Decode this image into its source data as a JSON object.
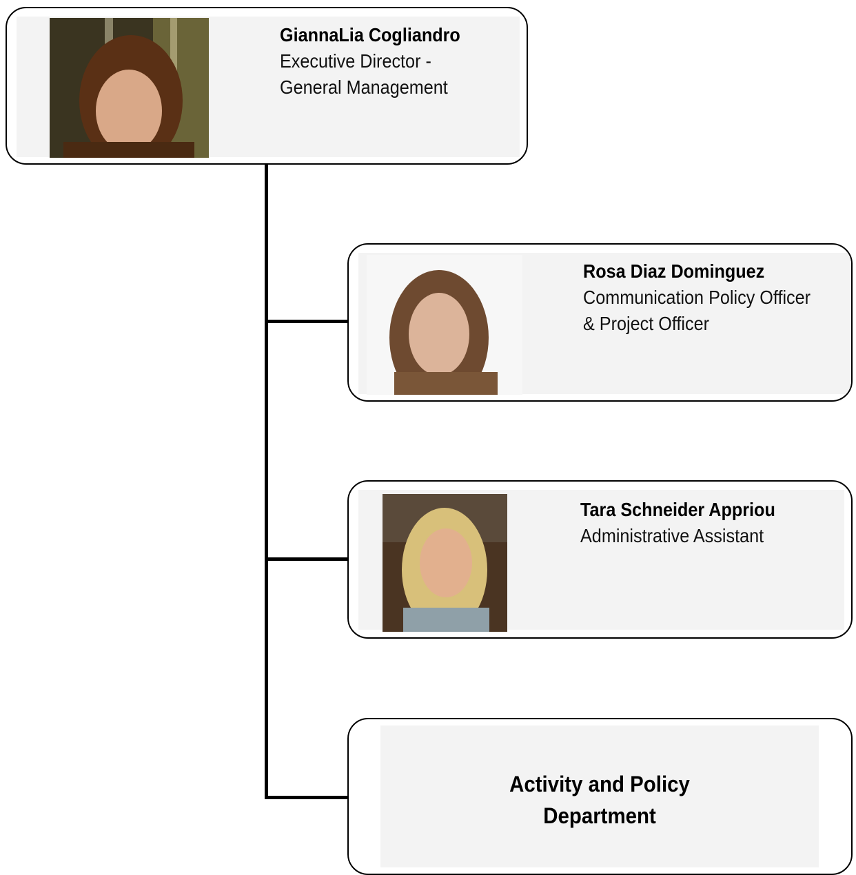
{
  "chart": {
    "root": {
      "name": "GiannaLia Cogliandro",
      "title_lines": [
        "Executive Director -",
        "General Management"
      ]
    },
    "children": [
      {
        "name": "Rosa Diaz Dominguez",
        "title_lines": [
          "Communication Policy Officer",
          "& Project Officer"
        ]
      },
      {
        "name": "Tara Schneider Appriou",
        "title_lines": [
          "Administrative Assistant"
        ]
      }
    ],
    "department": {
      "label_lines": [
        "Activity and Policy",
        "Department"
      ]
    }
  }
}
